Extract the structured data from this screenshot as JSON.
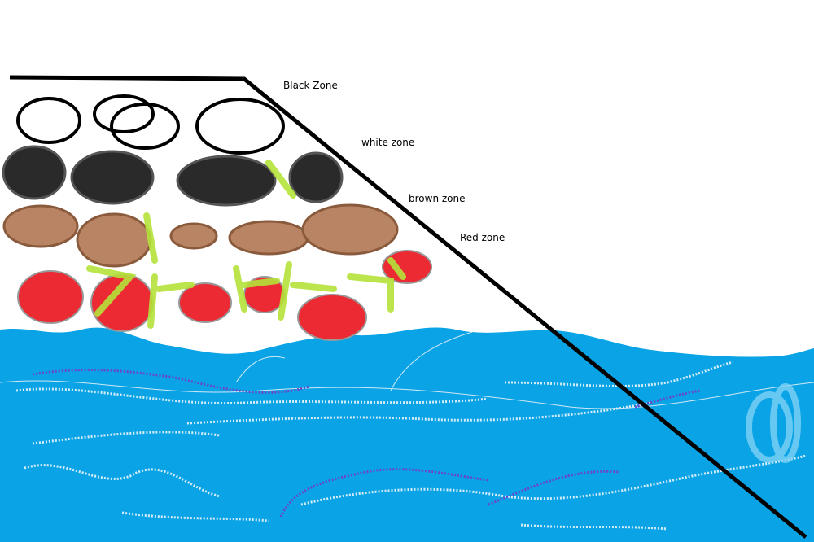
{
  "labels": {
    "black_zone": "Black Zone",
    "white_zone": "white zone",
    "brown_zone": "brown zone",
    "red_zone": "Red zone"
  },
  "colors": {
    "water": "#0aa3e6",
    "black_stone": "#2a2a2a",
    "brown_stone": "#b98463",
    "red_stone": "#ec2a34",
    "green": "#b5e33a",
    "wave_white": "#e8f4fa",
    "wave_purple": "#6a45c8"
  }
}
